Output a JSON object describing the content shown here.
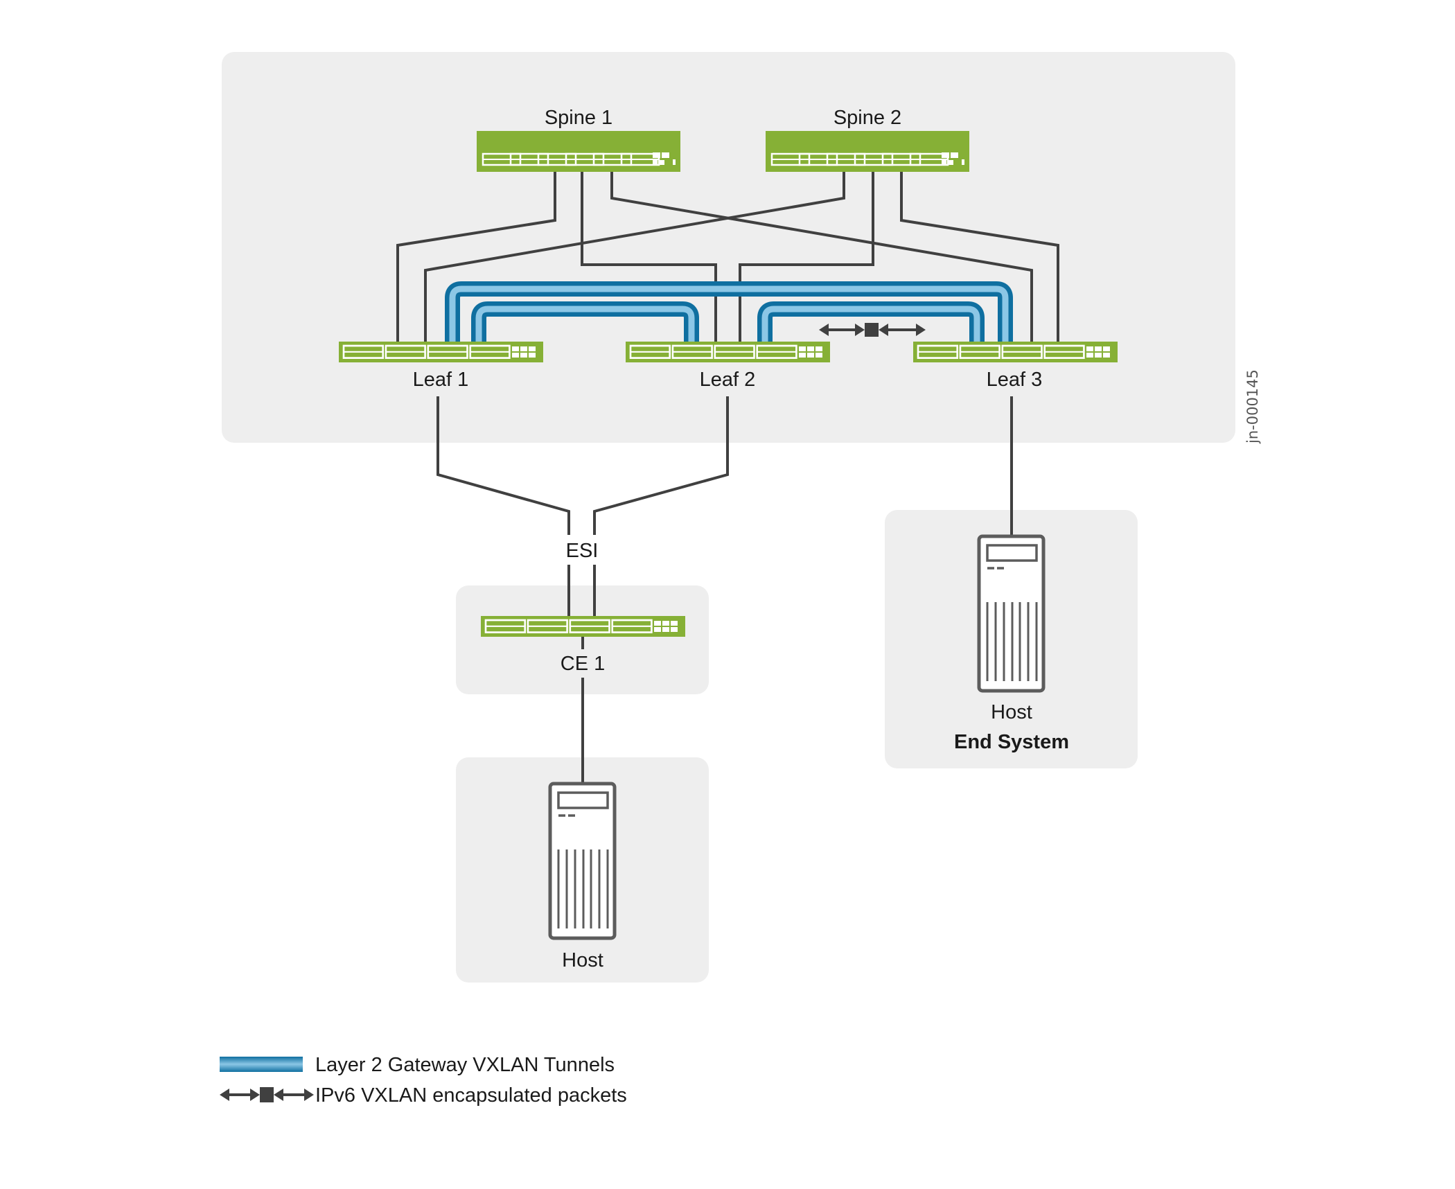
{
  "diagram": {
    "doc_id": "jn-000145",
    "colors": {
      "switch_green": "#86b036",
      "tunnel_blue_dark": "#0f6fa0",
      "tunnel_blue_light": "#8cc7e6",
      "link_gray": "#404040",
      "panel_gray": "#eeeeee"
    },
    "nodes": {
      "spine1": {
        "label": "Spine 1",
        "type": "switch"
      },
      "spine2": {
        "label": "Spine 2",
        "type": "switch"
      },
      "leaf1": {
        "label": "Leaf 1",
        "type": "switch"
      },
      "leaf2": {
        "label": "Leaf 2",
        "type": "switch"
      },
      "leaf3": {
        "label": "Leaf 3",
        "type": "switch"
      },
      "ce1": {
        "label": "CE 1",
        "type": "switch"
      },
      "host_ce": {
        "label": "Host",
        "type": "server"
      },
      "host_end": {
        "label": "Host",
        "sublabel": "End System",
        "type": "server"
      }
    },
    "esi_label": "ESI",
    "links": [
      [
        "spine1",
        "leaf1"
      ],
      [
        "spine1",
        "leaf2"
      ],
      [
        "spine1",
        "leaf3"
      ],
      [
        "spine2",
        "leaf1"
      ],
      [
        "spine2",
        "leaf2"
      ],
      [
        "spine2",
        "leaf3"
      ],
      [
        "leaf1",
        "ce1"
      ],
      [
        "leaf2",
        "ce1"
      ],
      [
        "leaf3",
        "host_end"
      ],
      [
        "ce1",
        "host_ce"
      ]
    ],
    "tunnels": [
      [
        "leaf1",
        "leaf3"
      ],
      [
        "leaf1",
        "leaf2"
      ],
      [
        "leaf2",
        "leaf3"
      ]
    ],
    "legend": {
      "tunnel_label": "Layer 2 Gateway VXLAN Tunnels",
      "packets_label": "IPv6 VXLAN encapsulated packets"
    }
  }
}
